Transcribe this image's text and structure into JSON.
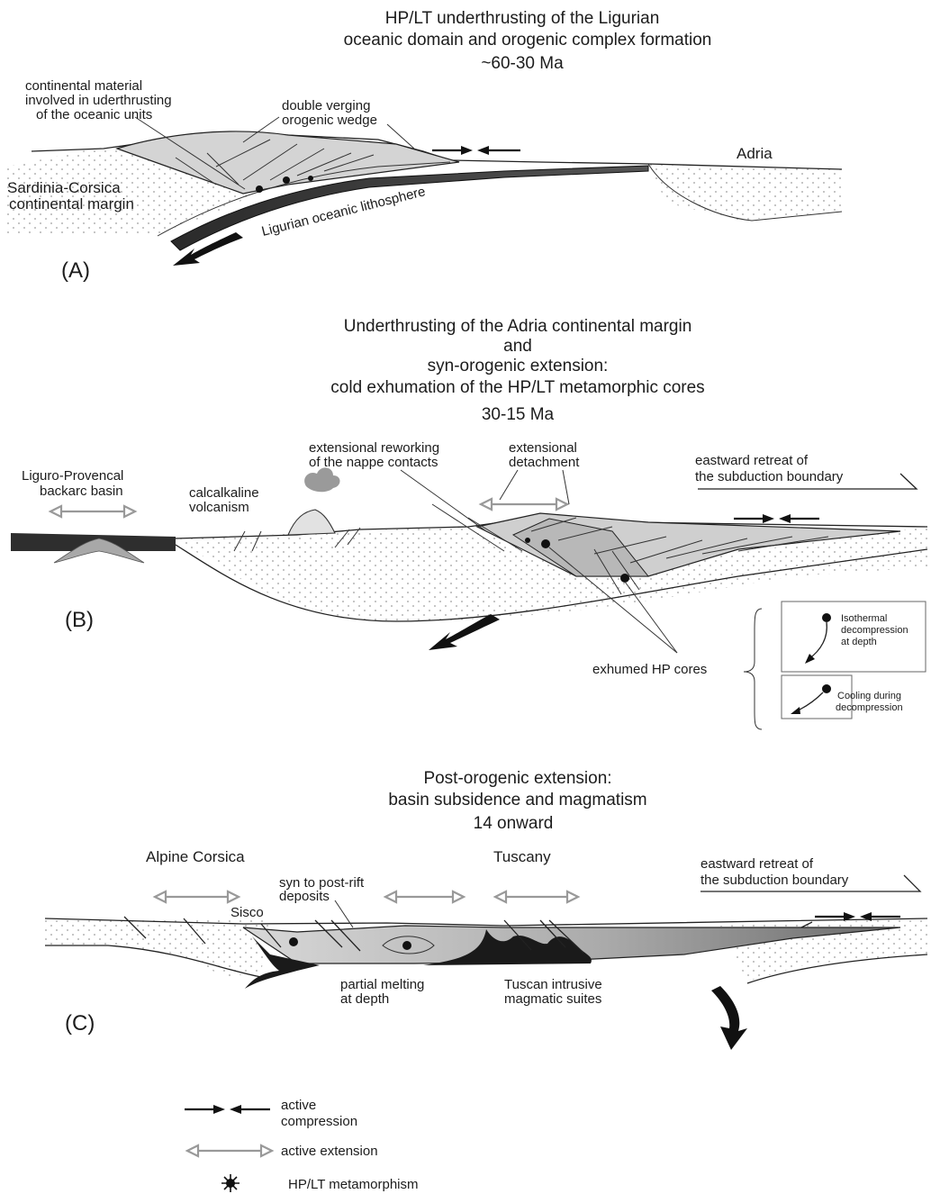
{
  "panel_a": {
    "title_lines": [
      "HP/LT underthrusting of the Ligurian",
      "oceanic domain and orogenic complex formation",
      "~60-30 Ma"
    ],
    "label_continental_material": [
      "continental material",
      "involved in uderthrusting",
      "of the oceanic units"
    ],
    "label_wedge": [
      "double verging",
      "orogenic wedge"
    ],
    "label_sardinia": [
      "Sardinia-Corsica",
      "continental margin"
    ],
    "label_lithosphere": "Ligurian oceanic lithosphere",
    "label_adria": "Adria",
    "panel_letter": "(A)"
  },
  "panel_b": {
    "title_lines": [
      "Underthrusting of the Adria continental margin",
      "and",
      "syn-orogenic extension:",
      "cold exhumation of the HP/LT metamorphic cores",
      "30-15 Ma"
    ],
    "label_backarc": [
      "Liguro-Provencal",
      "backarc  basin"
    ],
    "label_volcanism": [
      "calcalkaline",
      "volcanism"
    ],
    "label_reworking": [
      "extensional reworking",
      "of the nappe contacts"
    ],
    "label_detachment": [
      "extensional",
      "detachment"
    ],
    "label_retreat": [
      "eastward retreat of",
      "the subduction boundary"
    ],
    "label_exhumed": "exhumed HP cores",
    "inset_isothermal": [
      "Isothermal",
      "decompression",
      "at depth"
    ],
    "inset_cooling": [
      "Cooling during",
      "decompression"
    ],
    "panel_letter": "(B)"
  },
  "panel_c": {
    "title_lines": [
      "Post-orogenic extension:",
      "basin subsidence and magmatism",
      "14 onward"
    ],
    "label_corsica": "Alpine Corsica",
    "label_tuscany": "Tuscany",
    "label_synrift": [
      "syn to post-rift",
      "deposits"
    ],
    "label_sisco": "Sisco",
    "label_retreat": [
      "eastward retreat of",
      "the subduction boundary"
    ],
    "label_melting": [
      "partial melting",
      "at depth"
    ],
    "label_intrusive": [
      "Tuscan intrusive",
      "magmatic suites"
    ],
    "panel_letter": "(C)"
  },
  "legend": {
    "compression": [
      "active",
      "compression"
    ],
    "extension": "active extension",
    "metamorphism": "HP/LT metamorphism"
  },
  "colors": {
    "ink": "#1c1c1c",
    "wedge_fill": "#cfcfcf",
    "slab_fill": "#3a3a3a",
    "extension_arrow": "#9a9a9a"
  }
}
